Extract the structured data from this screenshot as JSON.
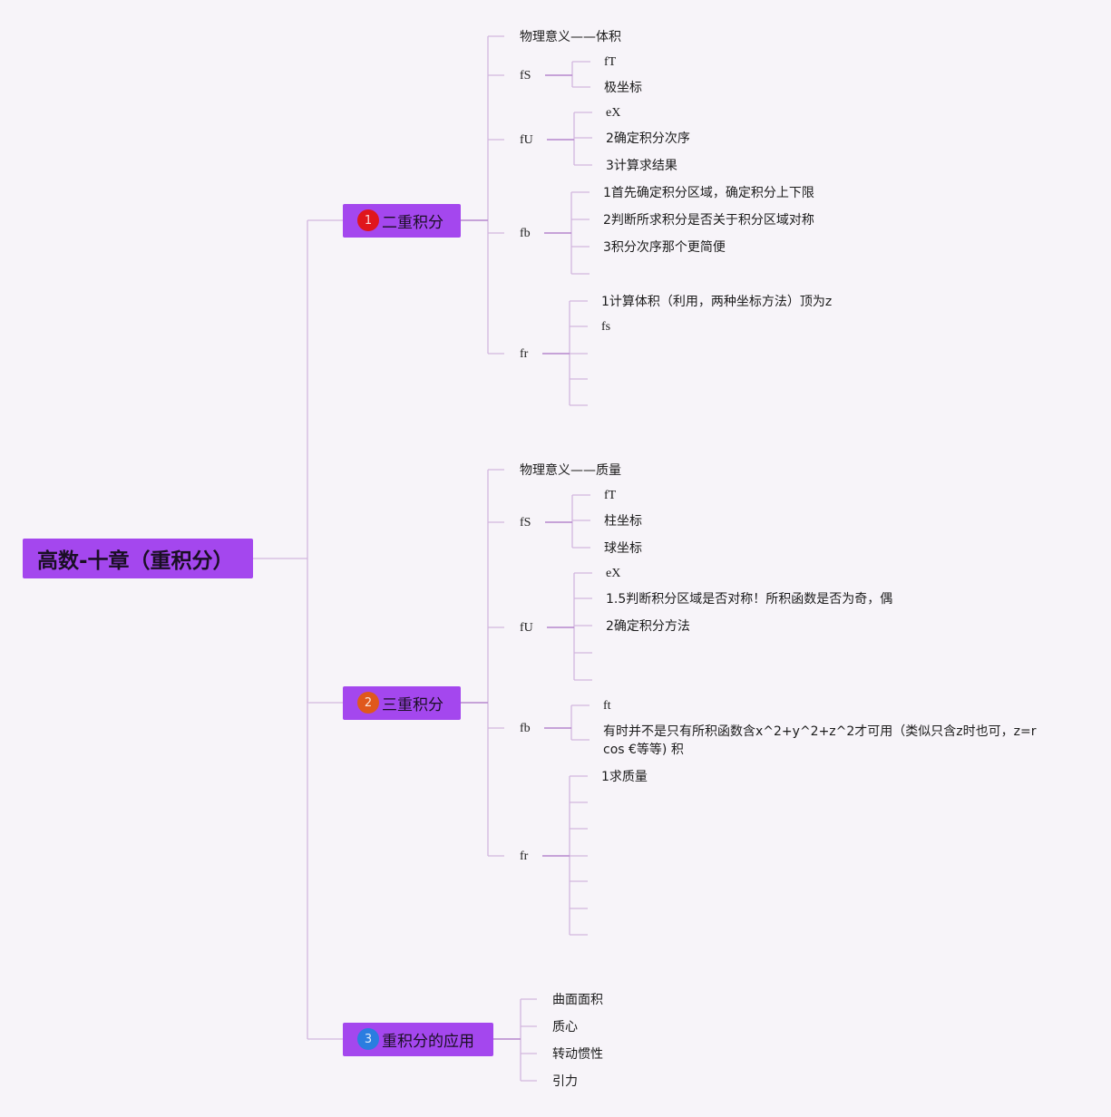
{
  "root": {
    "title": "高数-十章（重积分）"
  },
  "colors": {
    "node_fill": "#a447ee",
    "connector": "#c9a6d9",
    "badge_1": "#e0161c",
    "badge_2": "#e0581c",
    "badge_3": "#2a7de0"
  },
  "branches": [
    {
      "badge": "1",
      "title": "二重积分",
      "items": [
        {
          "label": "物理意义——体积"
        },
        {
          "label": "fS",
          "children": [
            "fT",
            "极坐标"
          ]
        },
        {
          "label": "fU",
          "children": [
            "eX",
            "2确定积分次序",
            "3计算求结果"
          ]
        },
        {
          "label": "fb",
          "children": [
            "1首先确定积分区域，确定积分上下限",
            "2判断所求积分是否关于积分区域对称",
            "3积分次序那个更简便",
            ""
          ]
        },
        {
          "label": "fr",
          "children": [
            "1计算体积（利用，两种坐标方法）顶为z",
            "fs",
            "",
            "",
            ""
          ]
        }
      ]
    },
    {
      "badge": "2",
      "title": "三重积分",
      "items": [
        {
          "label": "物理意义——质量"
        },
        {
          "label": "fS",
          "children": [
            "fT",
            "柱坐标",
            "球坐标"
          ]
        },
        {
          "label": "fU",
          "children": [
            "eX",
            "1.5判断积分区域是否对称！所积函数是否为奇，偶",
            "2确定积分方法",
            "",
            ""
          ]
        },
        {
          "label": "fb",
          "children": [
            "ft",
            "有时并不是只有所积函数含x^2+y^2+z^2才可用（类似只含z时也可，z=r cos €等等) 积"
          ]
        },
        {
          "label": "fr",
          "children": [
            "1求质量",
            "",
            "",
            "",
            "",
            "",
            ""
          ]
        }
      ]
    },
    {
      "badge": "3",
      "title": "重积分的应用",
      "items": [
        {
          "label": "曲面面积"
        },
        {
          "label": "质心"
        },
        {
          "label": "转动惯性"
        },
        {
          "label": "引力"
        }
      ]
    }
  ]
}
